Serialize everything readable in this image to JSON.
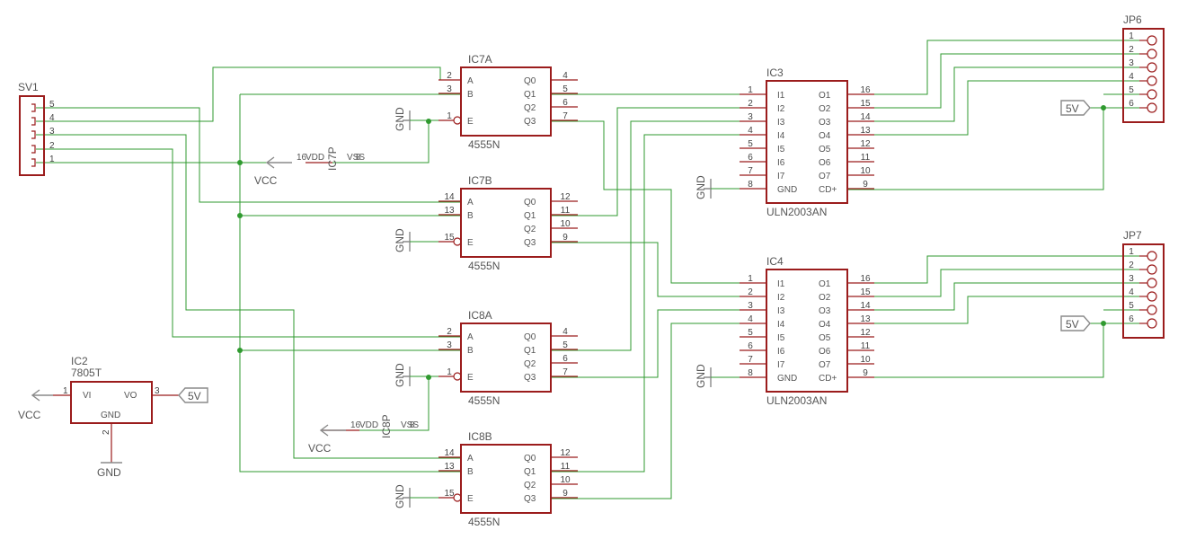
{
  "sv1": {
    "name": "SV1",
    "pins": [
      "5",
      "4",
      "3",
      "2",
      "1"
    ]
  },
  "ic7a": {
    "name": "IC7A",
    "value": "4555N",
    "in": [
      "A",
      "B",
      "E"
    ],
    "out": [
      "Q0",
      "Q1",
      "Q2",
      "Q3"
    ],
    "in_pins": [
      "2",
      "3",
      "1"
    ],
    "out_pins": [
      "4",
      "5",
      "6",
      "7"
    ]
  },
  "ic7b": {
    "name": "IC7B",
    "value": "4555N",
    "in": [
      "A",
      "B",
      "E"
    ],
    "out": [
      "Q0",
      "Q1",
      "Q2",
      "Q3"
    ],
    "in_pins": [
      "14",
      "13",
      "15"
    ],
    "out_pins": [
      "12",
      "11",
      "10",
      "9"
    ]
  },
  "ic8a": {
    "name": "IC8A",
    "value": "4555N",
    "in": [
      "A",
      "B",
      "E"
    ],
    "out": [
      "Q0",
      "Q1",
      "Q2",
      "Q3"
    ],
    "in_pins": [
      "2",
      "3",
      "1"
    ],
    "out_pins": [
      "4",
      "5",
      "6",
      "7"
    ]
  },
  "ic8b": {
    "name": "IC8B",
    "value": "4555N",
    "in": [
      "A",
      "B",
      "E"
    ],
    "out": [
      "Q0",
      "Q1",
      "Q2",
      "Q3"
    ],
    "in_pins": [
      "14",
      "13",
      "15"
    ],
    "out_pins": [
      "12",
      "11",
      "10",
      "9"
    ]
  },
  "ic3": {
    "name": "IC3",
    "value": "ULN2003AN",
    "in": [
      "I1",
      "I2",
      "I3",
      "I4",
      "I5",
      "I6",
      "I7",
      "GND"
    ],
    "out": [
      "O1",
      "O2",
      "O3",
      "O4",
      "O5",
      "O6",
      "O7",
      "CD+"
    ],
    "in_pins": [
      "1",
      "2",
      "3",
      "4",
      "5",
      "6",
      "7",
      "8"
    ],
    "out_pins": [
      "16",
      "15",
      "14",
      "13",
      "12",
      "11",
      "10",
      "9"
    ]
  },
  "ic4": {
    "name": "IC4",
    "value": "ULN2003AN",
    "in": [
      "I1",
      "I2",
      "I3",
      "I4",
      "I5",
      "I6",
      "I7",
      "GND"
    ],
    "out": [
      "O1",
      "O2",
      "O3",
      "O4",
      "O5",
      "O6",
      "O7",
      "CD+"
    ],
    "in_pins": [
      "1",
      "2",
      "3",
      "4",
      "5",
      "6",
      "7",
      "8"
    ],
    "out_pins": [
      "16",
      "15",
      "14",
      "13",
      "12",
      "11",
      "10",
      "9"
    ]
  },
  "jp6": {
    "name": "JP6",
    "pins": [
      "1",
      "2",
      "3",
      "4",
      "5",
      "6"
    ]
  },
  "jp7": {
    "name": "JP7",
    "pins": [
      "1",
      "2",
      "3",
      "4",
      "5",
      "6"
    ]
  },
  "ic2": {
    "name": "IC2",
    "value": "7805T",
    "vi": "VI",
    "vo": "VO",
    "gnd": "GND",
    "pin_vi": "1",
    "pin_vo": "3",
    "pin_gnd": "2"
  },
  "ic7p": {
    "name": "IC7P",
    "vdd": "VDD",
    "vss": "VSS",
    "vdd_pin": "16",
    "vss_pin": "8"
  },
  "ic8p": {
    "name": "IC8P",
    "vdd": "VDD",
    "vss": "VSS",
    "vdd_pin": "16",
    "vss_pin": "8"
  },
  "supplies": {
    "gnd": "GND",
    "vcc": "VCC",
    "v5": "5V"
  }
}
